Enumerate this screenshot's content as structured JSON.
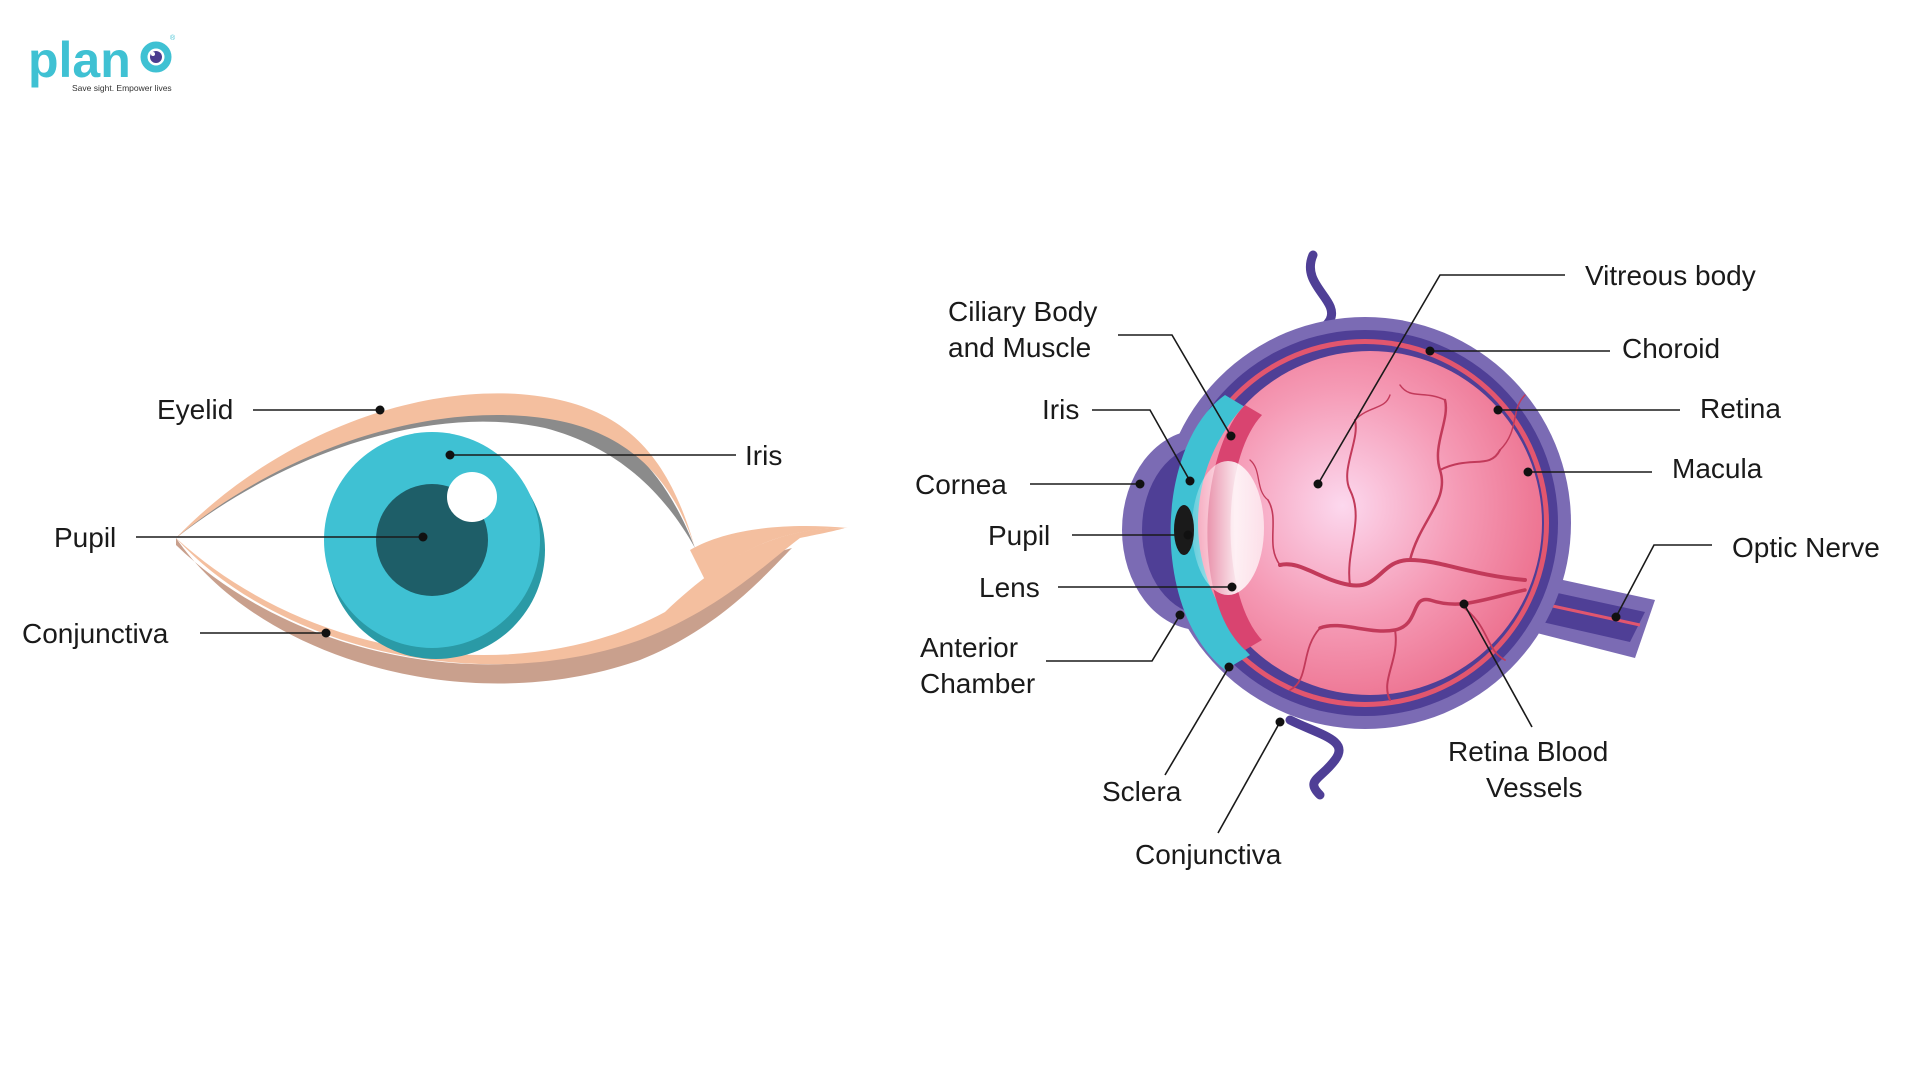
{
  "brand": {
    "name": "plan",
    "tagline": "Save sight. Empower lives",
    "color": "#3fc1d3",
    "iris_color": "#4a3d8f"
  },
  "front_view": {
    "labels": {
      "eyelid": "Eyelid",
      "iris": "Iris",
      "pupil": "Pupil",
      "conjunctiva": "Conjunctiva"
    },
    "colors": {
      "lid": "#f4bf9f",
      "lid_shadow": "#c9a08d",
      "iris": "#3fc1d3",
      "iris_rim": "#2a9aa6",
      "pupil": "#1e5e68"
    }
  },
  "cross_section": {
    "labels": {
      "vitreous_body": "Vitreous body",
      "ciliary_l1": "Ciliary Body",
      "ciliary_l2": "and Muscle",
      "choroid": "Choroid",
      "iris": "Iris",
      "retina": "Retina",
      "cornea": "Cornea",
      "macula": "Macula",
      "pupil": "Pupil",
      "optic_nerve": "Optic Nerve",
      "lens": "Lens",
      "anterior_l1": "Anterior",
      "anterior_l2": "Chamber",
      "retina_bv_l1": "Retina Blood",
      "retina_bv_l2": "Vessels",
      "sclera": "Sclera",
      "conjunctiva": "Conjunctiva"
    },
    "colors": {
      "outer": "#7b6bb4",
      "sclera_band": "#4f3f96",
      "retina_line": "#e2566e",
      "vitreous": "#f07f9a",
      "vitreous_center": "#fbd0e8",
      "cornea": "#3fc1d3",
      "lens": "#fde4ec",
      "vessels": "#c23a5a",
      "ciliary": "#d94470"
    }
  }
}
